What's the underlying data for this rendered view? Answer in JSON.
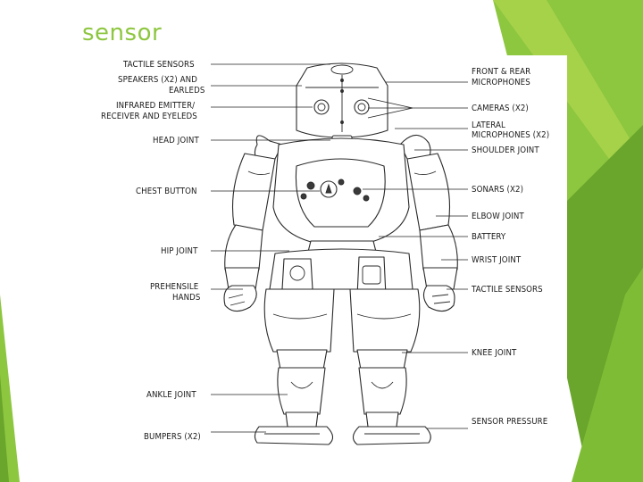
{
  "slide": {
    "title": "sensor",
    "accent_colors": [
      "#8dc63f",
      "#6aa52c",
      "#a6d24a"
    ]
  },
  "diagram": {
    "subject": "humanoid robot line drawing",
    "labels_left": [
      "TACTILE SENSORS",
      "SPEAKERS (X2) AND",
      "EARLEDS",
      "INFRARED EMITTER/",
      "RECEIVER AND EYELEDS",
      "HEAD JOINT",
      "CHEST BUTTON",
      "HIP JOINT",
      "PREHENSILE",
      "HANDS",
      "ANKLE JOINT",
      "BUMPERS (X2)"
    ],
    "labels_right": [
      "FRONT & REAR",
      "MICROPHONES",
      "CAMERAS (X2)",
      "LATERAL",
      "MICROPHONES (X2)",
      "SHOULDER JOINT",
      "SONARS (X2)",
      "ELBOW JOINT",
      "BATTERY",
      "WRIST JOINT",
      "TACTILE SENSORS",
      "KNEE JOINT",
      "SENSOR PRESSURE"
    ]
  }
}
